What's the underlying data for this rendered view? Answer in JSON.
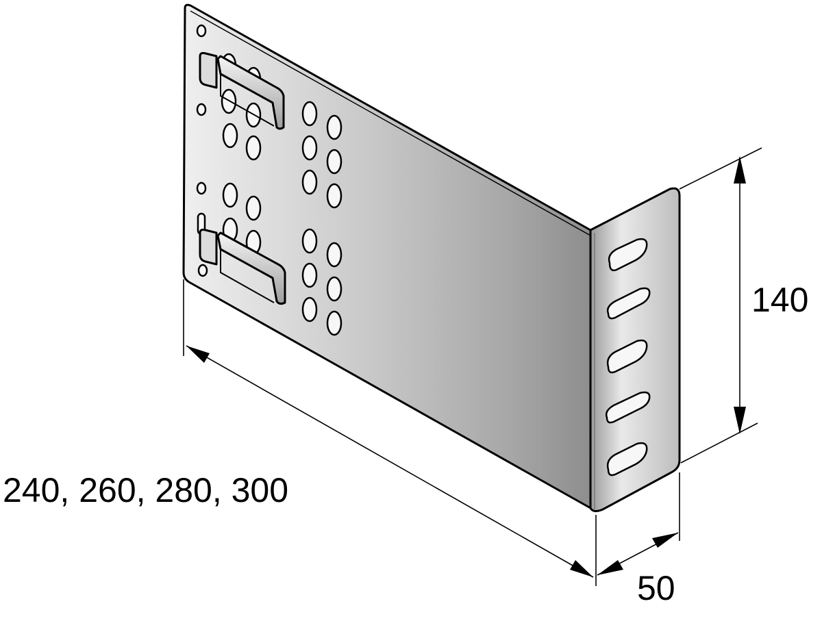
{
  "diagram": {
    "dimensions": {
      "length_label": "240, 260, 280, 300",
      "height_label": "140",
      "depth_label": "50"
    },
    "colors": {
      "outline": "#000000",
      "metal_light": "#f2f2f2",
      "metal_mid": "#bdbdbd",
      "metal_dark": "#8a8a8a",
      "background": "#ffffff"
    }
  }
}
